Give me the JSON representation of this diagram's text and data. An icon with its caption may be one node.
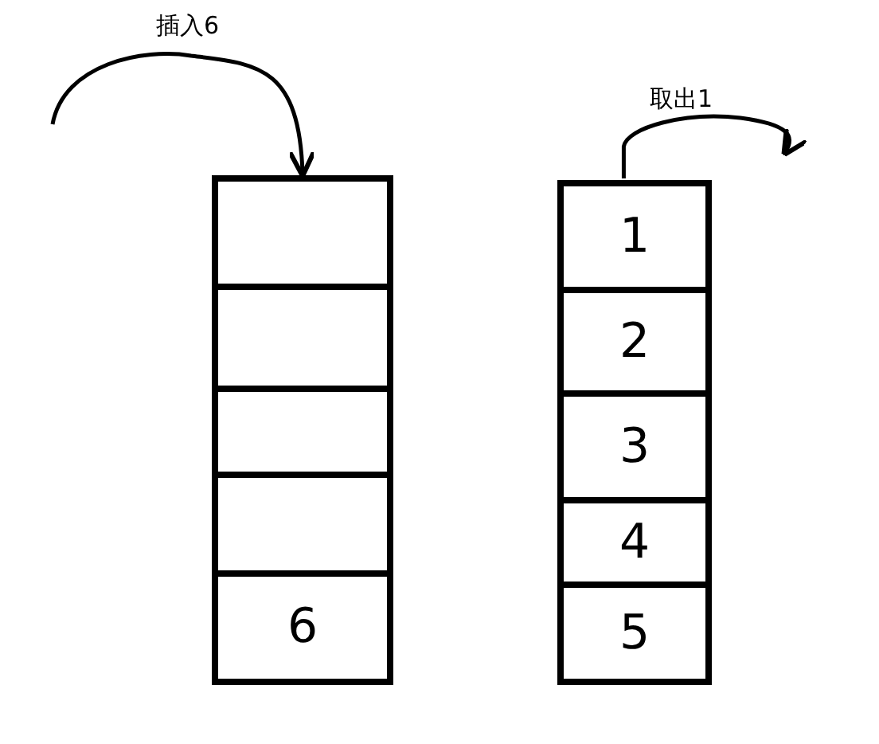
{
  "diagram": {
    "nodes": [
      {
        "text": [],
        "shape": "box"
      },
      {
        "text": [],
        "shape": "box",
        "in": 0
      },
      {
        "text": [],
        "shape": "box",
        "in": 0
      },
      {
        "text": [],
        "shape": "box",
        "in": 0
      },
      {
        "text": [],
        "shape": "box",
        "in": 0
      },
      {
        "text": [
          "6"
        ],
        "in": 0
      },
      {
        "text": [],
        "shape": "box"
      },
      {
        "text": [
          "1"
        ],
        "in": 6
      },
      {
        "text": [
          "2"
        ],
        "in": 6
      },
      {
        "text": [
          "3"
        ],
        "in": 6
      },
      {
        "text": [
          "4"
        ],
        "in": 6
      },
      {
        "text": [
          "5"
        ],
        "in": 6
      }
    ],
    "edges": [
      {
        "from": null,
        "to": 0,
        "arrow": "to",
        "label": "插入6"
      },
      {
        "from": 6,
        "to": null,
        "arrow": "to",
        "label": "取出1"
      }
    ]
  }
}
